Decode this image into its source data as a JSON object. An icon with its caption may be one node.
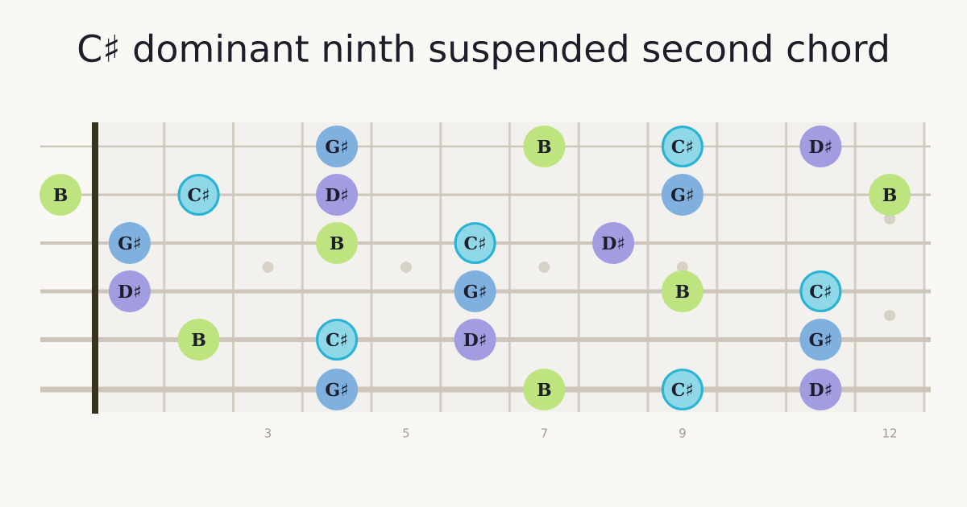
{
  "diagram": {
    "title": "C♯ dominant ninth suspended second chord",
    "nodes": [
      {
        "text": [
          "G♯"
        ]
      },
      {
        "text": [
          "B"
        ]
      },
      {
        "text": [
          "C♯"
        ]
      },
      {
        "text": [
          "D♯"
        ]
      },
      {
        "text": [
          "B"
        ]
      },
      {
        "text": [
          "C♯"
        ]
      },
      {
        "text": [
          "D♯"
        ]
      },
      {
        "text": [
          "G♯"
        ]
      },
      {
        "text": [
          "B"
        ]
      },
      {
        "text": [
          "G♯"
        ]
      },
      {
        "text": [
          "B"
        ]
      },
      {
        "text": [
          "C♯"
        ]
      },
      {
        "text": [
          "D♯"
        ]
      },
      {
        "text": [
          "D♯"
        ]
      },
      {
        "text": [
          "G♯"
        ]
      },
      {
        "text": [
          "B"
        ]
      },
      {
        "text": [
          "C♯"
        ]
      },
      {
        "text": [
          "B"
        ]
      },
      {
        "text": [
          "C♯"
        ]
      },
      {
        "text": [
          "D♯"
        ]
      },
      {
        "text": [
          "G♯"
        ]
      },
      {
        "text": [
          "G♯"
        ]
      },
      {
        "text": [
          "B"
        ]
      },
      {
        "text": [
          "C♯"
        ]
      },
      {
        "text": [
          "D♯"
        ]
      }
    ],
    "labels": [
      "3",
      "5",
      "7",
      "9",
      "12"
    ]
  }
}
